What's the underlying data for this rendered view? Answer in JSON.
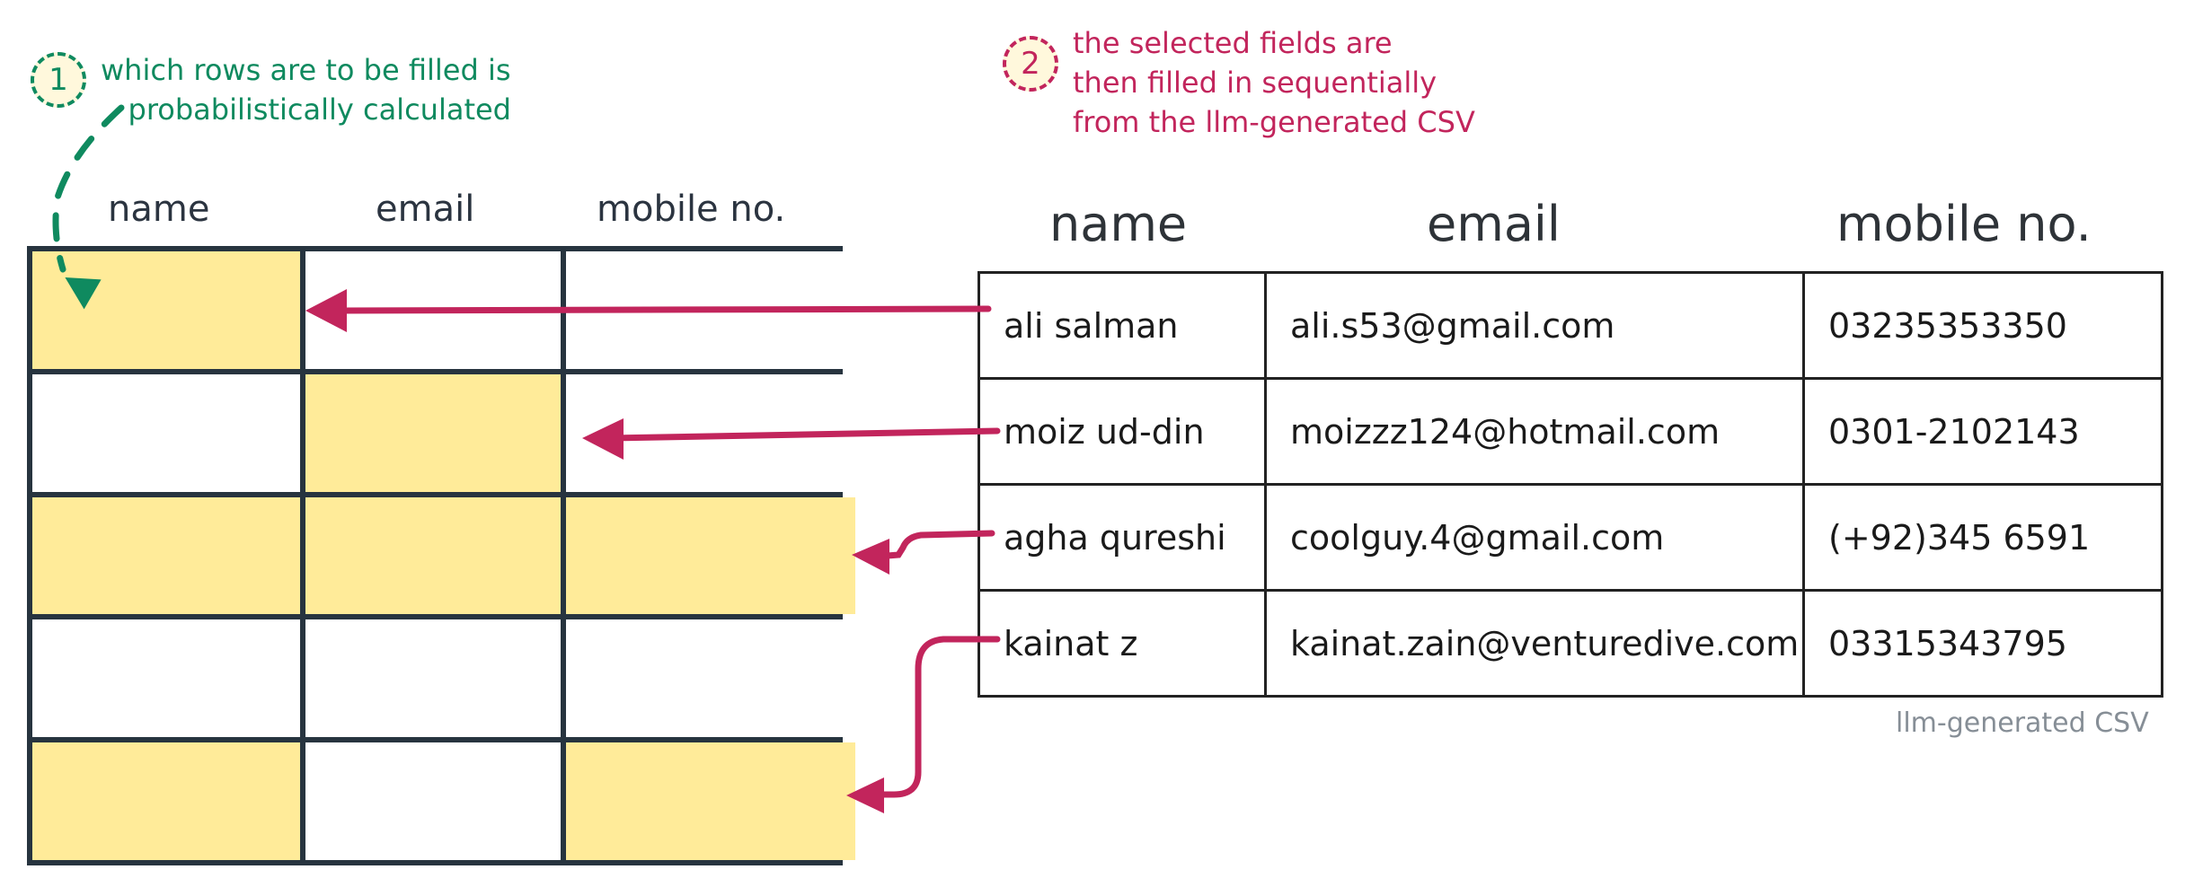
{
  "annotations": [
    {
      "step": "1",
      "text": "which rows are to be filled is\n   probabilistically calculated",
      "color": "#0f8a5f"
    },
    {
      "step": "2",
      "text": "the selected fields are\nthen filled in sequentially\nfrom the llm-generated CSV",
      "color": "#c2255c"
    }
  ],
  "target_grid": {
    "headers": [
      "name",
      "email",
      "mobile no."
    ],
    "filled_color": "#ffeb99",
    "rows": [
      [
        true,
        false,
        false
      ],
      [
        false,
        true,
        false
      ],
      [
        true,
        true,
        true
      ],
      [
        false,
        false,
        false
      ],
      [
        true,
        false,
        true
      ]
    ]
  },
  "csv": {
    "headers": [
      "name",
      "email",
      "mobile no."
    ],
    "rows": [
      [
        "ali salman",
        "ali.s53@gmail.com",
        "03235353350"
      ],
      [
        "moiz ud-din",
        "moizzz124@hotmail.com",
        "0301-2102143"
      ],
      [
        "agha qureshi",
        "coolguy.4@gmail.com",
        "(+92)345 6591"
      ],
      [
        "kainat z",
        "kainat.zain@venturedive.com",
        "03315343795"
      ]
    ],
    "caption": "llm-generated CSV"
  },
  "colors": {
    "arrow_fill": "#c2255c",
    "arrow_select": "#0f8a5f",
    "grid_line": "#27343f",
    "table_line": "#222222"
  }
}
